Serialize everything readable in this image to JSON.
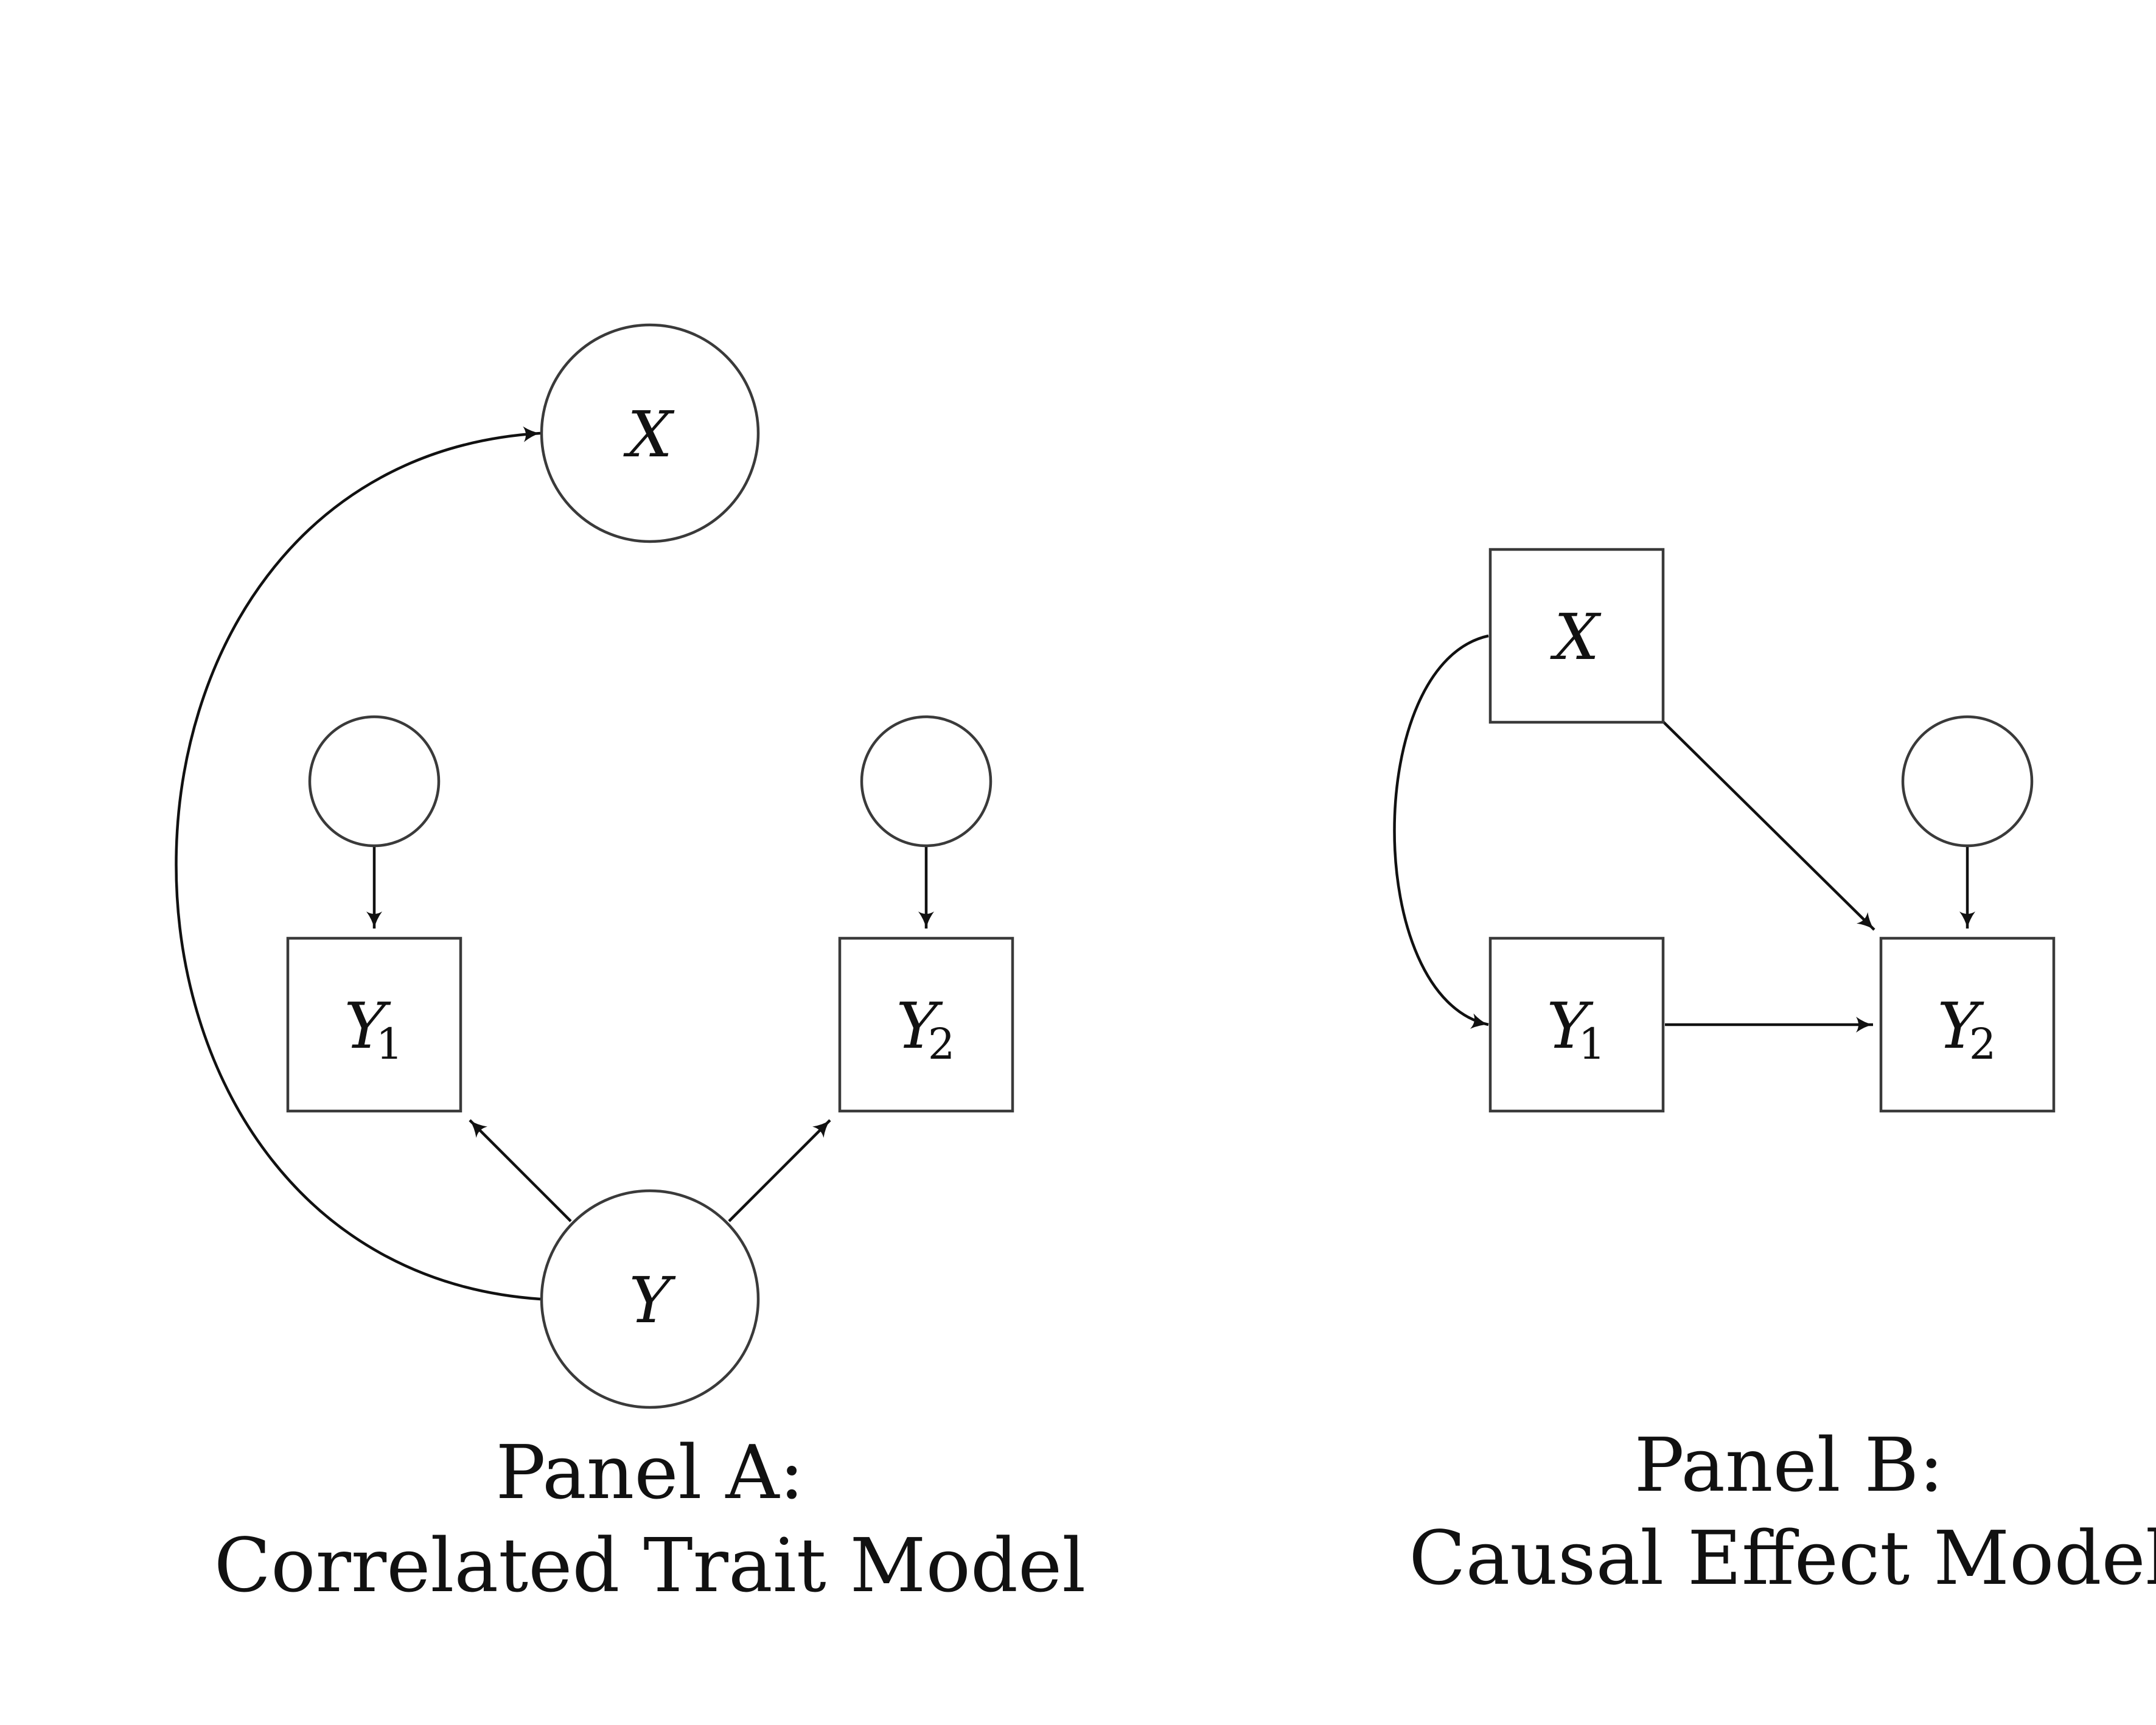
{
  "panel_a": {
    "caption_line1": "Panel A:",
    "caption_line2": "Correlated Trait Model",
    "nodes": {
      "x": {
        "symbol": "X",
        "sub": ""
      },
      "y": {
        "symbol": "Y",
        "sub": ""
      },
      "y1": {
        "symbol": "Y",
        "sub": "1"
      },
      "y2": {
        "symbol": "Y",
        "sub": "2"
      }
    }
  },
  "panel_b": {
    "caption_line1": "Panel B:",
    "caption_line2": "Causal Effect Model",
    "nodes": {
      "x": {
        "symbol": "X",
        "sub": ""
      },
      "y1": {
        "symbol": "Y",
        "sub": "1"
      },
      "y2": {
        "symbol": "Y",
        "sub": "2"
      }
    }
  }
}
